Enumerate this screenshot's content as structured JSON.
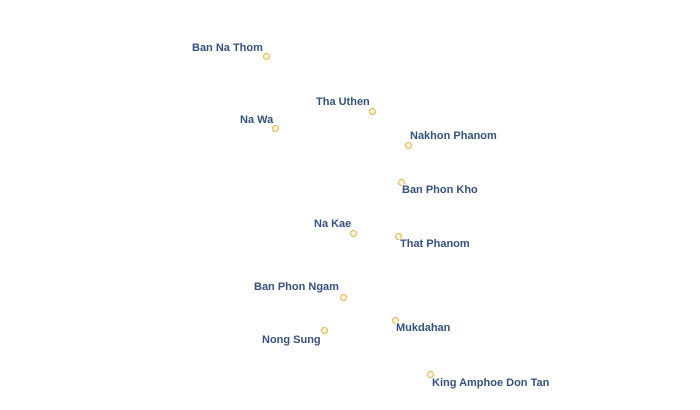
{
  "places": [
    {
      "id": "ban-na-thom",
      "label": "Ban Na Thom"
    },
    {
      "id": "tha-uthen",
      "label": "Tha Uthen"
    },
    {
      "id": "na-wa",
      "label": "Na Wa"
    },
    {
      "id": "nakhon-phanom",
      "label": "Nakhon Phanom"
    },
    {
      "id": "ban-phon-kho",
      "label": "Ban Phon Kho"
    },
    {
      "id": "na-kae",
      "label": "Na Kae"
    },
    {
      "id": "that-phanom",
      "label": "That Phanom"
    },
    {
      "id": "ban-phon-ngam",
      "label": "Ban Phon Ngam"
    },
    {
      "id": "mukdahan",
      "label": "Mukdahan"
    },
    {
      "id": "nong-sung",
      "label": "Nong Sung"
    },
    {
      "id": "king-amphoe-don-tan",
      "label": "King Amphoe Don Tan"
    }
  ],
  "colors": {
    "label": "#34517f",
    "marker_stroke": "#e6b54a",
    "marker_fill": "#fdf3d6"
  }
}
